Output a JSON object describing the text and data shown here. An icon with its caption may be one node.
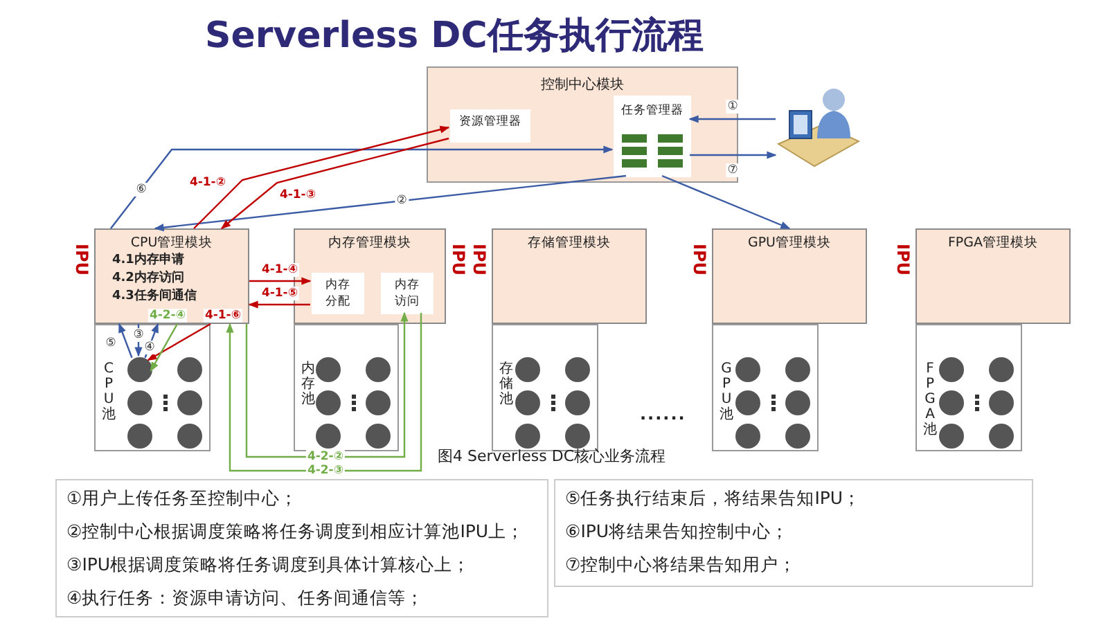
{
  "diagram": {
    "title": "Serverless DC任务执行流程",
    "caption": "图4 Serverless DC核心业务流程",
    "nodes": [
      {
        "text": [
          "控制中心模块"
        ]
      },
      {
        "text": [
          "资源管理器"
        ],
        "in": 0
      },
      {
        "text": [
          "任务管理器"
        ],
        "in": 0
      },
      {
        "text": [],
        "shape": "person"
      },
      {
        "text": [
          "CPU管理模块",
          "4.1内存申请",
          "4.2内存访问",
          "4.3任务间通信"
        ],
        "beside": [
          "IPU"
        ]
      },
      {
        "text": [
          "CPU池"
        ]
      },
      {
        "text": [],
        "shape": "circle",
        "in": 5
      },
      {
        "text": [],
        "shape": "circle",
        "in": 5
      },
      {
        "text": [],
        "shape": "circle",
        "in": 5
      },
      {
        "text": [],
        "shape": "circle",
        "in": 5
      },
      {
        "text": [],
        "shape": "circle",
        "in": 5
      },
      {
        "text": [],
        "shape": "circle",
        "in": 5
      },
      {
        "text": [
          "内存管理模块"
        ],
        "beside": [
          "IPU"
        ]
      },
      {
        "text": [
          "内存分配"
        ],
        "in": 12
      },
      {
        "text": [
          "内存访问"
        ],
        "in": 12
      },
      {
        "text": [
          "内存池"
        ]
      },
      {
        "text": [
          "存储管理模块"
        ],
        "beside": [
          "IPU"
        ]
      },
      {
        "text": [
          "存储池"
        ]
      },
      {
        "text": [
          "GPU管理模块"
        ],
        "beside": [
          "IPU"
        ]
      },
      {
        "text": [
          "GPU池"
        ]
      },
      {
        "text": [
          "FPGA管理模块"
        ],
        "beside": [
          "IPU"
        ]
      },
      {
        "text": [
          "FPGA池"
        ]
      }
    ],
    "edges": [
      {
        "from": 3,
        "to": 2,
        "arrow": "to",
        "label": "①"
      },
      {
        "from": 2,
        "to": 3,
        "arrow": "to",
        "label": "⑦"
      },
      {
        "from": 2,
        "to": 4,
        "arrow": "to",
        "label": "②"
      },
      {
        "from": 2,
        "to": 18,
        "arrow": "to"
      },
      {
        "from": 4,
        "to": 2,
        "arrow": "to",
        "label": "⑥"
      },
      {
        "from": 6,
        "to": 4,
        "arrow": "to",
        "label": "⑤"
      },
      {
        "from": 4,
        "to": 6,
        "arrow": "to",
        "label": "③"
      },
      {
        "from": 6,
        "to": 4,
        "arrow": "to",
        "label": "④"
      },
      {
        "from": 4,
        "to": 1,
        "arrow": "to",
        "label": "4-1-②",
        "color": "#c00000"
      },
      {
        "from": 1,
        "to": 4,
        "arrow": "to",
        "label": "4-1-③",
        "color": "#c00000"
      },
      {
        "from": 4,
        "to": 13,
        "arrow": "to",
        "label": "4-1-④",
        "color": "#c00000"
      },
      {
        "from": 13,
        "to": 4,
        "arrow": "to",
        "label": "4-1-⑤",
        "color": "#c00000"
      },
      {
        "from": 4,
        "to": 6,
        "arrow": "to",
        "label": "4-1-⑥",
        "color": "#c00000"
      },
      {
        "from": 4,
        "to": 14,
        "arrow": "to",
        "label": "4-2-②",
        "color": "#70ad47"
      },
      {
        "from": 14,
        "to": 4,
        "arrow": "to",
        "label": "4-2-③",
        "color": "#70ad47"
      },
      {
        "from": 4,
        "to": 6,
        "arrow": "to",
        "label": "4-2-④",
        "color": "#70ad47"
      }
    ],
    "labels": [
      "......",
      "①用户上传任务至控制中心；",
      "②控制中心根据调度策略将任务调度到相应计算池IPU上；",
      "③IPU根据调度策略将任务调度到具体计算核心上；",
      "④执行任务：资源申请访问、任务间通信等；",
      "⑤任务执行结束后，将结果告知IPU；",
      "⑥IPU将结果告知控制中心；",
      "⑦控制中心将结果告知用户；"
    ]
  }
}
